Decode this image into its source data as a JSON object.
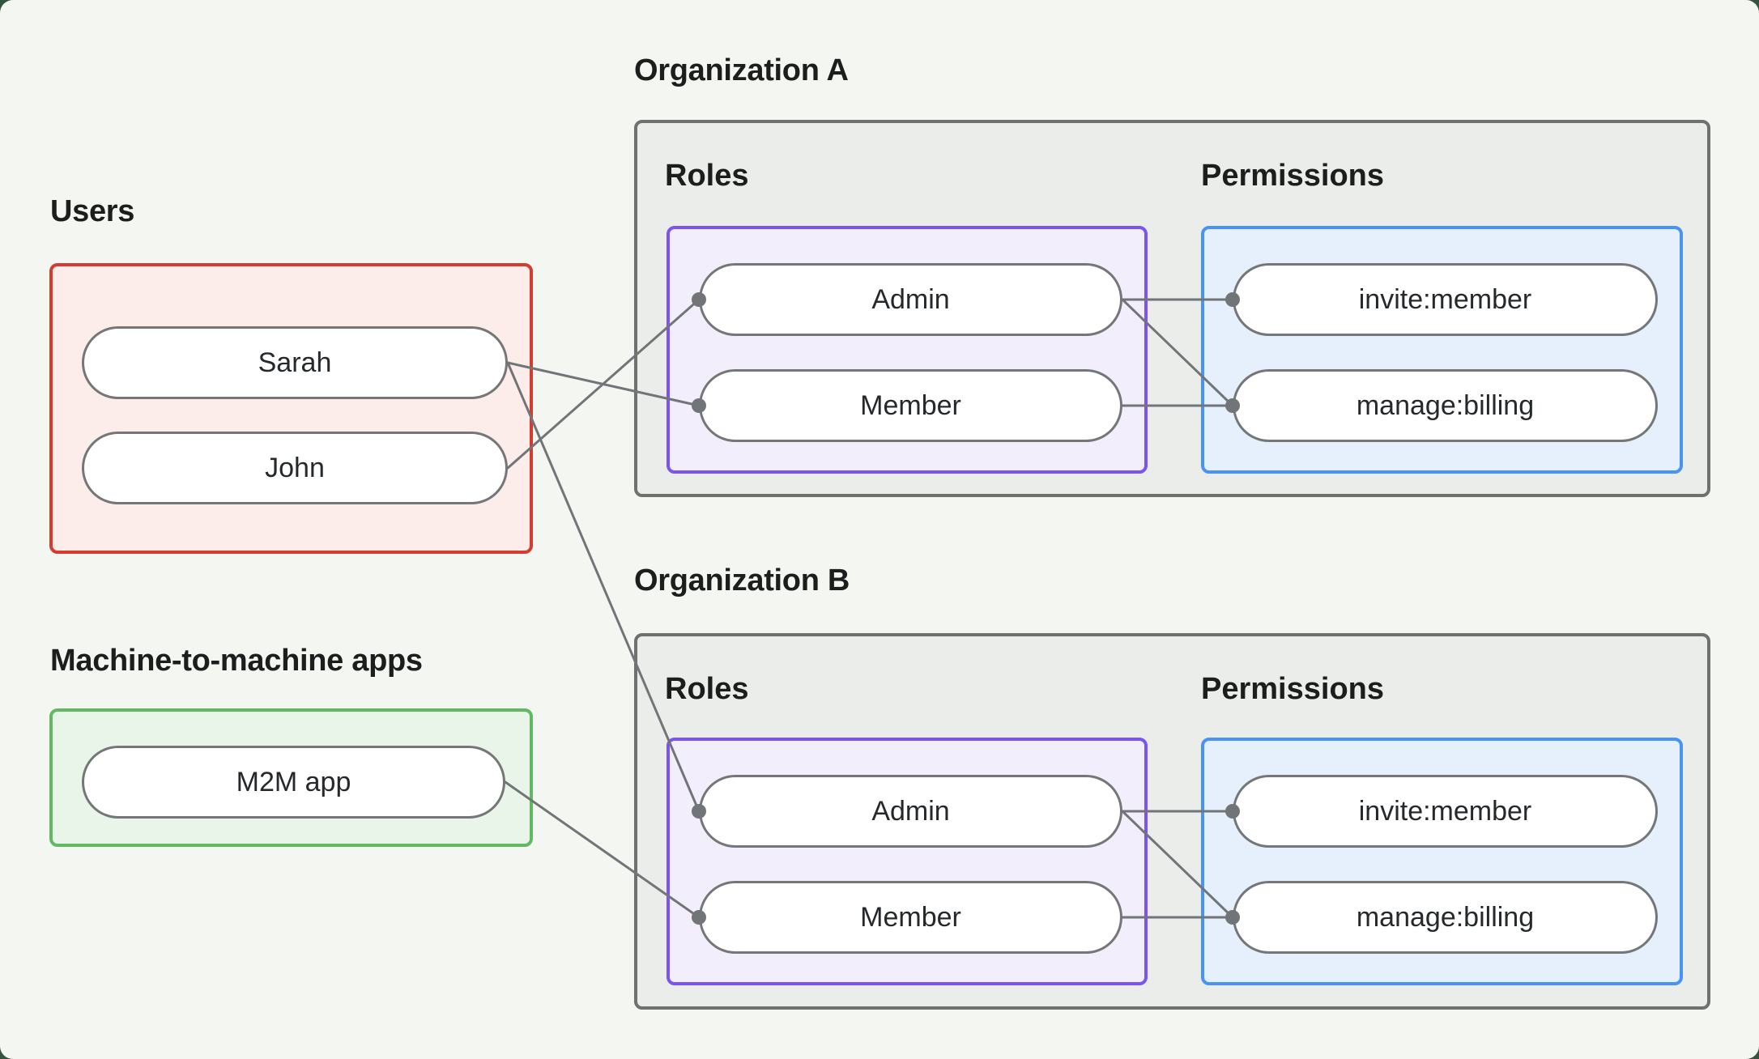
{
  "page": {
    "frame_color": "#35543f",
    "canvas_color": "#f4f6f2"
  },
  "palette": {
    "line": "#727578",
    "org_border": "#6e716e",
    "org_fill": "#ebedeb",
    "users_border": "#d63b2f",
    "users_fill": "#fcecea",
    "m2m_border": "#61ba62",
    "m2m_fill": "#e9f5e8",
    "roles_border": "#7a55f2",
    "roles_fill": "#f3eefc",
    "permissions_border": "#4793f6",
    "permissions_fill": "#e5f0fc",
    "pill_fill": "#ffffff",
    "pill_border": "#747678",
    "heading_text": "#1b1e1c",
    "pill_text": "#26292b"
  },
  "users_section": {
    "label": "Users",
    "items": [
      {
        "id": "user-sarah",
        "label": "Sarah"
      },
      {
        "id": "user-john",
        "label": "John"
      }
    ]
  },
  "m2m_section": {
    "label": "Machine-to-machine apps",
    "items": [
      {
        "id": "m2m-app",
        "label": "M2M app"
      }
    ]
  },
  "organizations": [
    {
      "title": "Organization A",
      "roles_label": "Roles",
      "permissions_label": "Permissions",
      "roles": [
        {
          "id": "orgA-role-admin",
          "label": "Admin"
        },
        {
          "id": "orgA-role-member",
          "label": "Member"
        }
      ],
      "permissions": [
        {
          "id": "orgA-perm-invite",
          "label": "invite:member"
        },
        {
          "id": "orgA-perm-billing",
          "label": "manage:billing"
        }
      ]
    },
    {
      "title": "Organization B",
      "roles_label": "Roles",
      "permissions_label": "Permissions",
      "roles": [
        {
          "id": "orgB-role-admin",
          "label": "Admin"
        },
        {
          "id": "orgB-role-member",
          "label": "Member"
        }
      ],
      "permissions": [
        {
          "id": "orgB-perm-invite",
          "label": "invite:member"
        },
        {
          "id": "orgB-perm-billing",
          "label": "manage:billing"
        }
      ]
    }
  ],
  "edges": [
    {
      "from": "user-sarah",
      "to": "orgA-role-member"
    },
    {
      "from": "user-john",
      "to": "orgA-role-admin"
    },
    {
      "from": "user-sarah",
      "to": "orgB-role-admin"
    },
    {
      "from": "m2m-app",
      "to": "orgB-role-member"
    },
    {
      "from": "orgA-role-admin",
      "to": "orgA-perm-invite"
    },
    {
      "from": "orgA-role-admin",
      "to": "orgA-perm-billing"
    },
    {
      "from": "orgA-role-member",
      "to": "orgA-perm-billing"
    },
    {
      "from": "orgB-role-admin",
      "to": "orgB-perm-invite"
    },
    {
      "from": "orgB-role-admin",
      "to": "orgB-perm-billing"
    },
    {
      "from": "orgB-role-member",
      "to": "orgB-perm-billing"
    }
  ]
}
